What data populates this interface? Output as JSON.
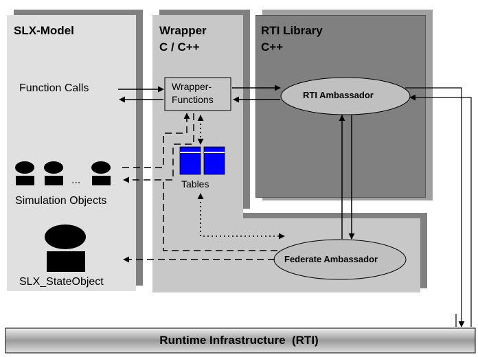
{
  "panels": {
    "slx_model": {
      "title": "SLX-Model"
    },
    "wrapper": {
      "title_line1": "Wrapper",
      "title_line2": "C / C++"
    },
    "rti_library": {
      "title_line1": "RTI Library",
      "title_line2": "C++"
    }
  },
  "labels": {
    "function_calls": "Function Calls",
    "wrapper_functions_line1": "Wrapper-",
    "wrapper_functions_line2": "Functions",
    "rti_ambassador": "RTI Ambassador",
    "tables": "Tables",
    "ellipsis": "...",
    "simulation_objects": "Simulation Objects",
    "slx_state_object": "SLX_StateObject",
    "federate_ambassador": "Federate Ambassador",
    "rti_bar": "Runtime Infrastructure  (RTI)"
  },
  "colors": {
    "slx_panel": "#e0e0e0",
    "wrapper_panel": "#c8c8c8",
    "rti_panel": "#808080",
    "shadow": "#808080",
    "ellipse_fill": "#c0c0c0",
    "tables_fill": "#0000ff"
  }
}
